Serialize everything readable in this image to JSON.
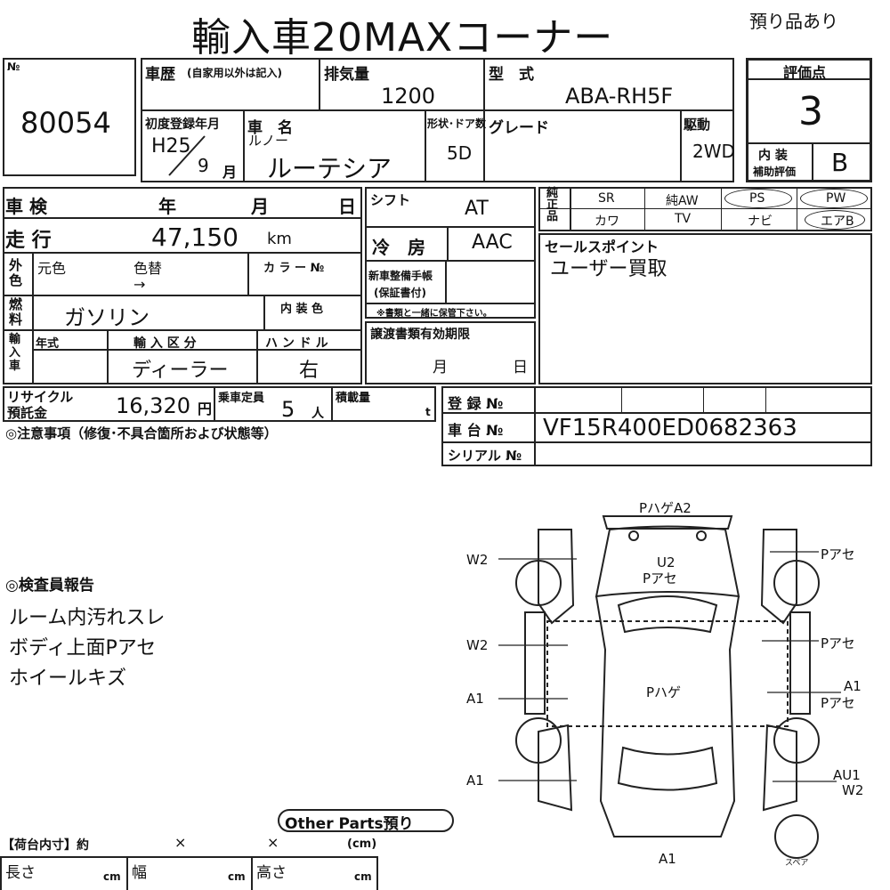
{
  "header": {
    "title": "輸入車20MAXコーナー",
    "note": "預り品あり"
  },
  "sheet": {
    "no_label": "№",
    "no_value": "80054",
    "history_label": "車歴",
    "history_sub": "(自家用以外は記入)",
    "displacement_label": "排気量",
    "displacement_value": "1200",
    "model_label": "型　式",
    "model_value": "ABA-RH5F",
    "score_label": "評価点",
    "score_value": "3",
    "interior_label": "内 装",
    "interior_sub": "補助評価",
    "interior_value": "B",
    "first_reg_label": "初度登録年月",
    "first_reg_year": "H25",
    "first_reg_month": "9",
    "first_reg_unit": "月",
    "name_label": "車　名",
    "maker": "ルノー",
    "car_name": "ルーテシア",
    "doors_label": "形状･ドア数",
    "doors_value": "5D",
    "grade_label": "グレード",
    "drive_label": "駆動",
    "drive_value": "2WD",
    "inspection_label": "車 検",
    "year_label": "年",
    "month_label": "月",
    "day_label": "日",
    "shift_label": "シフト",
    "shift_value": "AT",
    "mileage_label": "走 行",
    "mileage_value": "47,150",
    "mileage_unit": "km",
    "ac_label": "冷　房",
    "ac_value": "AAC",
    "exterior_label": "外色",
    "orig_color_label": "元色",
    "repaint_label": "色替",
    "arrow": "→",
    "color_no_label": "カ ラ ー №",
    "fuel_label": "燃料",
    "fuel_value": "ガソリン",
    "interior_color_label": "内 装 色",
    "warranty_label": "新車整備手帳",
    "warranty_sub": "(保証書付)",
    "warranty_note": "※書類と一緒に保管下さい。",
    "import_label": "輸入車",
    "model_year_label": "年式",
    "import_class_label": "輸 入 区 分",
    "import_class_value": "ディーラー",
    "handle_label": "ハ ン ド ル",
    "handle_value": "右",
    "transfer_label": "譲渡書類有効期限",
    "transfer_month": "月",
    "transfer_day": "日",
    "recycle_label": "リサイクル",
    "recycle_sub": "預託金",
    "recycle_value": "16,320",
    "recycle_unit": "円",
    "capacity_label": "乗車定員",
    "capacity_value": "5",
    "capacity_unit": "人",
    "load_label": "積載量",
    "load_unit": "t",
    "reg_no_label": "登 録 №",
    "chassis_label": "車 台 №",
    "chassis_value": "VF15R400ED0682363",
    "serial_label": "シリアル №",
    "caution_label": "◎注意事項（修復･不具合箇所および状態等）",
    "sales_label": "セールスポイント",
    "sales_value": "ユーザー買取",
    "genuine_label": "純正品",
    "options_row1": [
      "SR",
      "純AW",
      "PS",
      "PW"
    ],
    "options_row2": [
      "カワ",
      "TV",
      "ナビ",
      "エアB"
    ]
  },
  "inspector": {
    "label": "◎検査員報告",
    "items": [
      "ルーム内汚れスレ",
      "ボディ上面Pアセ",
      "ホイールキズ"
    ]
  },
  "diagram": {
    "top": "PハゲA2",
    "hood_1": "U2",
    "hood_2": "Pアセ",
    "roof": "Pハゲ",
    "left_1": "W2",
    "left_2": "W2",
    "left_3": "A1",
    "left_4": "A1",
    "right_1": "Pアセ",
    "right_2": "Pアセ",
    "right_3a": "A1",
    "right_3b": "Pアセ",
    "right_4a": "AU1",
    "right_4b": "W2",
    "bottom": "A1",
    "spare": "スペア"
  },
  "other_parts": {
    "title": "Other Parts預り",
    "cargo_label": "【荷台内寸】約",
    "times_1": "×",
    "times_2": "×",
    "unit_label": "(cm)",
    "length_label": "長さ",
    "width_label": "幅",
    "height_label": "高さ",
    "cm": "cm"
  }
}
